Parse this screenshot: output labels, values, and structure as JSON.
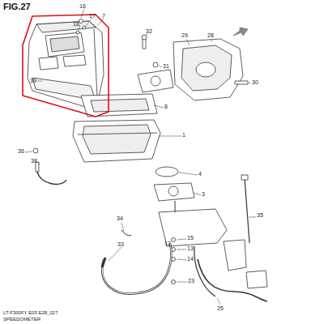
{
  "diagram": {
    "title": "FIG.27",
    "caption": "LT-F300FY E03 E28_027",
    "labels": [
      "16",
      "17",
      "18",
      "7",
      "32",
      "29",
      "28",
      "31",
      "30",
      "8",
      "39",
      "36",
      "38",
      "1",
      "4",
      "3",
      "34",
      "35",
      "33",
      "15",
      "13",
      "12",
      "14",
      "23",
      "25",
      "SPEEDOMETER"
    ]
  }
}
